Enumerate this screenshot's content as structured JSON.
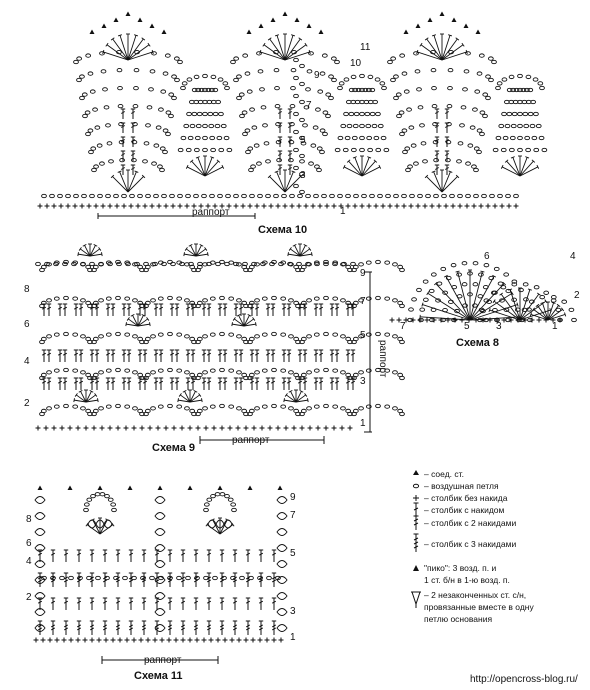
{
  "scheme10": {
    "title": "Схема 10",
    "repeat_label": "раппорт",
    "row_numbers": [
      "1",
      "3",
      "5",
      "7",
      "9",
      "10",
      "11"
    ]
  },
  "scheme9": {
    "title": "Схема 9",
    "repeat_label": "раппорт",
    "row_numbers_left": [
      "2",
      "4",
      "6",
      "8"
    ],
    "row_numbers_right": [
      "1",
      "3",
      "5",
      "7",
      "9"
    ]
  },
  "scheme8": {
    "title": "Схема 8",
    "row_numbers": [
      "1",
      "2",
      "3",
      "4",
      "5",
      "6",
      "7"
    ]
  },
  "scheme11": {
    "title": "Схема 11",
    "repeat_label": "раппорт",
    "row_numbers_left": [
      "2",
      "4",
      "6",
      "8"
    ],
    "row_numbers_right": [
      "1",
      "3",
      "5",
      "7",
      "9"
    ]
  },
  "legend": {
    "items": [
      {
        "text": "– соед. ст.",
        "icon": "slip-stitch-icon"
      },
      {
        "text": "– воздушная петля",
        "icon": "chain-stitch-icon"
      },
      {
        "text": "– столбик без накида",
        "icon": "single-crochet-icon"
      },
      {
        "text": "– столбик с накидом",
        "icon": "double-crochet-icon"
      },
      {
        "text": "– столбик с 2 накидами",
        "icon": "treble-crochet-icon"
      },
      {
        "text": "– столбик с 3 накидами",
        "icon": "double-treble-crochet-icon"
      },
      {
        "text": "\"пико\": 3 возд. п. и",
        "icon": "picot-icon"
      },
      {
        "text": "1 ст. б/н в 1-ю возд. п.",
        "icon": ""
      },
      {
        "text": "– 2 незаконченных ст. с/н,",
        "icon": "cluster-icon"
      },
      {
        "text": "провязанные вместе в одну",
        "icon": ""
      },
      {
        "text": "петлю основания",
        "icon": ""
      }
    ]
  },
  "source_url": "http://opencross-blog.ru/"
}
